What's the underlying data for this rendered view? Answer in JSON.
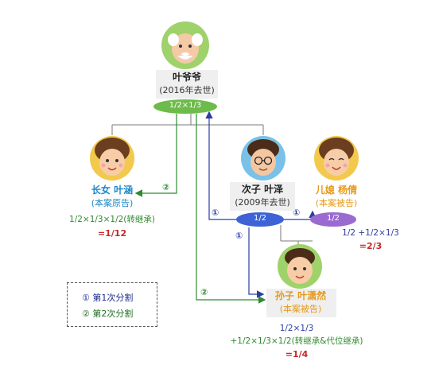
{
  "nodes": {
    "grandfather": {
      "name": "叶爷爷",
      "note": "(2016年去世)",
      "share": "1/2×1/3"
    },
    "daughter": {
      "name": "长女  叶涵",
      "role": "(本案原告)",
      "formula": "1/2×1/3×1/2(转继承)",
      "result": "=1/12"
    },
    "son": {
      "name": "次子  叶泽",
      "note": "(2009年去世)",
      "share": "1/2"
    },
    "daughter_in_law": {
      "name": "儿媳  杨倩",
      "role": "(本案被告)",
      "share": "1/2",
      "formula": "1/2 +1/2×1/3",
      "result": "=2/3"
    },
    "grandson": {
      "name": "孙子  叶潇然",
      "role": "(本案被告)",
      "formula_line1": "1/2×1/3",
      "formula_line2": "+1/2×1/3×1/2(转继承&代位继承)",
      "result": "=1/4"
    }
  },
  "markers": {
    "first": "①",
    "second": "②"
  },
  "legend": {
    "first": "① 第1次分割",
    "second": "② 第2次分割"
  },
  "colors": {
    "green": "#2f8a2f",
    "blue": "#2b3da3",
    "ellipse_green": "#6dbb4a",
    "ellipse_blue": "#3d63d6",
    "ellipse_purple": "#9a6ad0",
    "red": "#c62828"
  }
}
